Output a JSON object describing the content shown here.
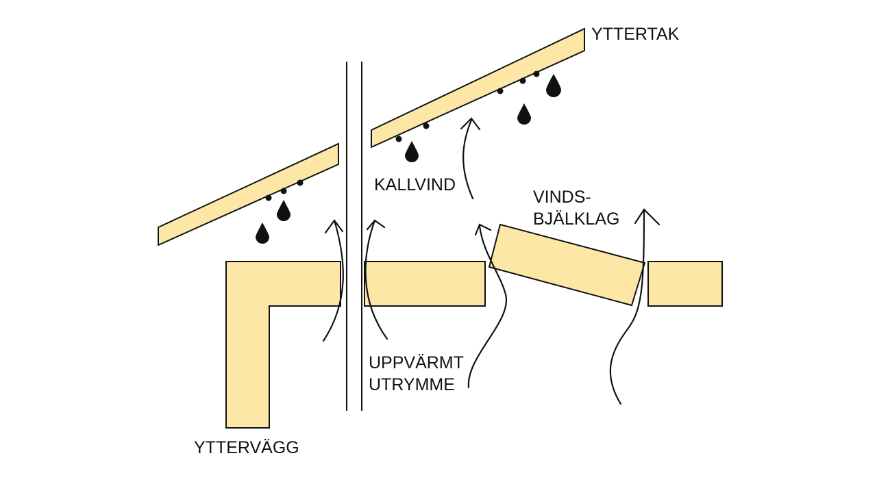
{
  "labels": {
    "yttertak": "YTTERTAK",
    "kallvind": "KALLVIND",
    "vindsbjalklag_line1": "VINDS-",
    "vindsbjalklag_line2": "BJÄLKLAG",
    "uppvarmt_line1": "UPPVÄRMT",
    "uppvarmt_line2": "UTRYMME",
    "yttervagg": "YTTERVÄGG"
  },
  "colors": {
    "material_fill": "#FCE7A6",
    "stroke": "#111111",
    "background": "#FFFFFF"
  },
  "icons": {
    "drop": "water-drop-icon",
    "arrow": "airflow-arrow-icon"
  }
}
